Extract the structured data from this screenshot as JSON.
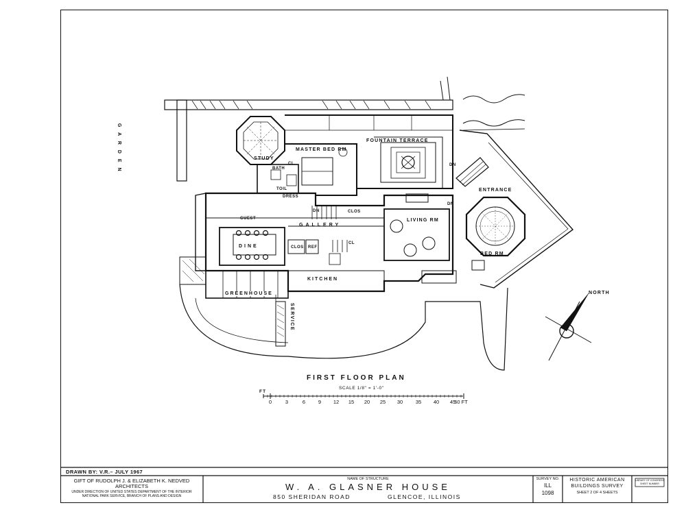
{
  "labels": {
    "garden": "G A R D E N",
    "master_bed": "MASTER BED RM",
    "fountain_terrace": "FOUNTAIN TERRACE",
    "study": "STUDY",
    "bath": "BATH",
    "cl1": "CL.",
    "toil": "TOIL",
    "dress": "DRESS",
    "guest": "GUEST",
    "gallery": "GALLERY",
    "clos1": "CLOS",
    "dn1": "DN",
    "living": "LIVING RM",
    "entrance": "ENTRANCE",
    "dn2": "DN",
    "dn3": "DN",
    "dine": "DINE",
    "clos2": "CLOS",
    "ref": "REF",
    "cl2": "CL",
    "bed": "BED RM",
    "kitchen": "KITCHEN",
    "greenhouse": "GREENHOUSE",
    "service": "SERVICE",
    "north": "NORTH"
  },
  "plan_title": "FIRST FLOOR PLAN",
  "scale_text": "SCALE 1/8\" = 1'-0\"",
  "scale_ticks": [
    "0",
    "3",
    "6",
    "9",
    "12",
    "15",
    "20",
    "25",
    "30",
    "35",
    "40",
    "45",
    "50 FT"
  ],
  "scale_ft": "FT",
  "drawn_by": "DRAWN BY: V.R.– JULY 1967",
  "gift_line1": "GIFT OF RUDOLPH J. & ELIZABETH K. NEDVED",
  "gift_line2": "ARCHITECTS",
  "direction_line1": "UNDER DIRECTION OF UNITED STATES DEPARTMENT OF THE INTERIOR",
  "direction_line2": "NATIONAL PARK SERVICE, BRANCH OF PLANS AND DESIGN",
  "structure_label": "NAME OF STRUCTURE",
  "structure_name": "W. A. GLASNER HOUSE",
  "address": "850 SHERIDAN ROAD",
  "location": "GLENCOE, ILLINOIS",
  "survey_label": "SURVEY NO.",
  "survey_state": "ILL",
  "survey_number": "1098",
  "habs_line1": "HISTORIC AMERICAN",
  "habs_line2": "BUILDINGS SURVEY",
  "sheet_info": "SHEET 2 OF 4 SHEETS",
  "loc_line1": "LIBRARY OF CONGRESS",
  "loc_line2": "SHEET NUMBER"
}
